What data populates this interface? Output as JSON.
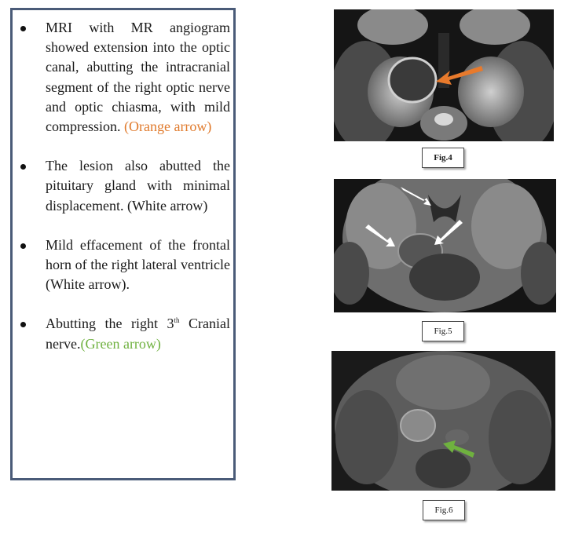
{
  "bullets": [
    {
      "text": "MRI with MR angiogram showed extension into the optic canal, abutting the intracranial segment of the right optic nerve and optic chiasma, with mild compression. ",
      "highlight": "(Orange arrow)",
      "color": "#e07a2c"
    },
    {
      "text": "The lesion also abutted the pituitary gland with minimal displacement. (White arrow)"
    },
    {
      "text": "Mild effacement of the frontal horn of the right lateral ventricle (White arrow)."
    },
    {
      "text_before_sup": "Abutting the right 3",
      "sup": "th",
      "text_after_sup": " Cranial nerve.",
      "highlight": "(Green arrow)",
      "color": "#6fb13f"
    }
  ],
  "figures": [
    {
      "caption": "Fig.4",
      "arrow_color": "#e87a2c",
      "image": "axial T2 MRI brain"
    },
    {
      "caption": "Fig.5",
      "arrow_color": "#ffffff",
      "image": "coronal MRI brain"
    },
    {
      "caption": "Fig.6",
      "arrow_color": "#6fb13f",
      "image": "axial FLAIR MRI brain"
    }
  ]
}
